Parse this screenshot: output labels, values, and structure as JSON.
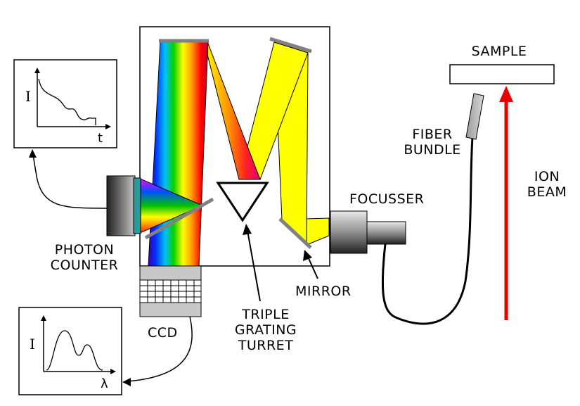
{
  "labels": {
    "sample": "SAMPLE",
    "fiber_bundle": [
      "FIBER",
      "BUNDLE"
    ],
    "ion_beam": [
      "ION",
      "BEAM"
    ],
    "focusser": "FOCUSSER",
    "photon_counter": [
      "PHOTON",
      "COUNTER"
    ],
    "mirror": "MIRROR",
    "triple_grating_turret": [
      "TRIPLE",
      "GRATING",
      "TURRET"
    ],
    "ccd": "CCD"
  },
  "time_plot": {
    "ylabel": "I",
    "xlabel": "t"
  },
  "spectrum_plot": {
    "ylabel": "I",
    "xlabel": "λ"
  },
  "colors": {
    "beam_yellow": "#ffff00",
    "ion_beam_red": "#e60000",
    "mirror_gray": "#808080",
    "detector_gray": "#c8c8c8"
  }
}
